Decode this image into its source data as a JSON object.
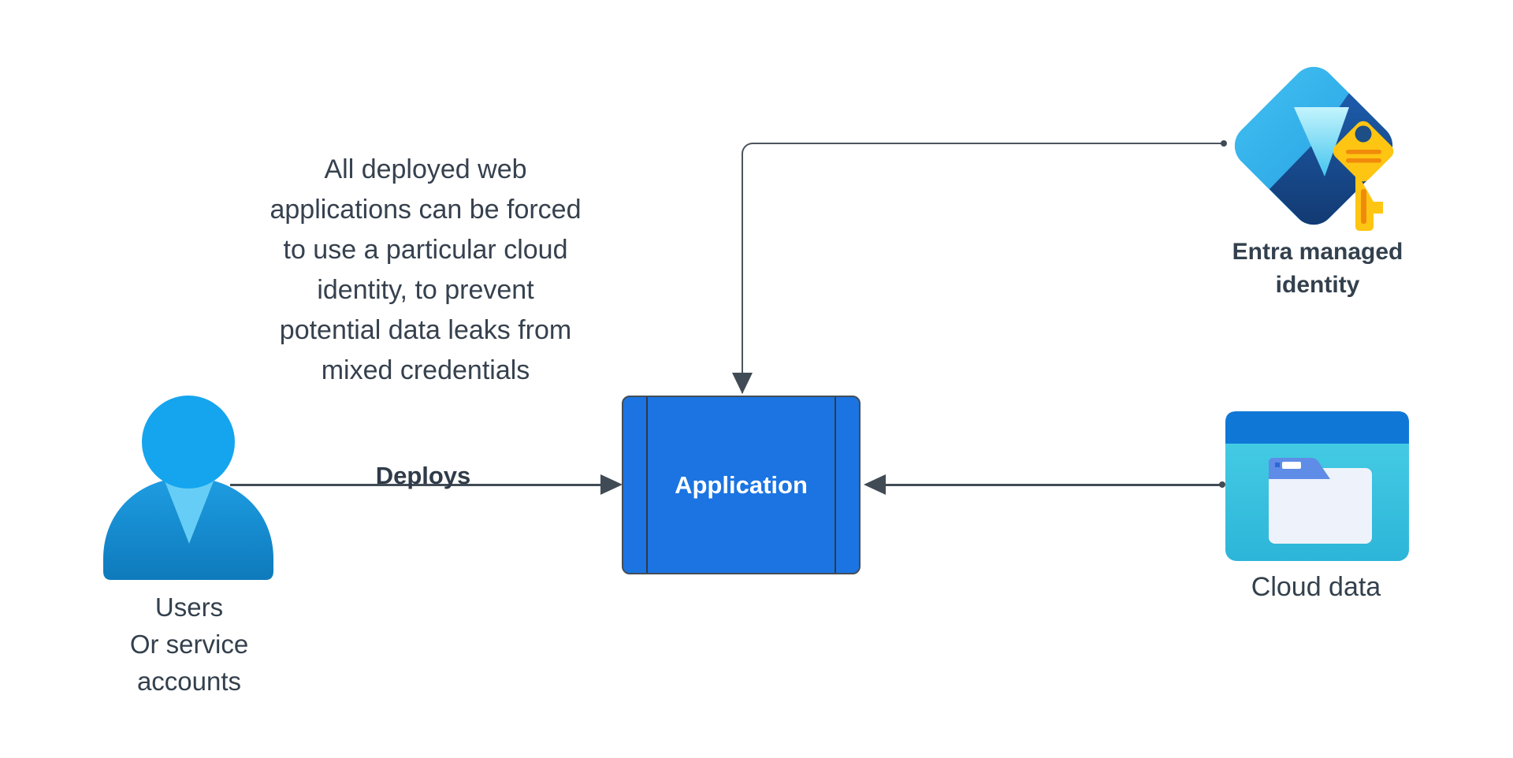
{
  "diagram": {
    "annotation": {
      "lines": [
        "All deployed web",
        "applications can be forced",
        "to use a particular cloud",
        "identity, to prevent",
        "potential data leaks from",
        "mixed credentials"
      ]
    },
    "user": {
      "icon": "user-icon",
      "label_lines": [
        "Users",
        "Or service",
        "accounts"
      ]
    },
    "connectors": {
      "deploys_label": "Deploys"
    },
    "application": {
      "label": "Application"
    },
    "entra": {
      "icon": "entra-managed-identity-icon",
      "key_icon": "key-icon",
      "label_lines": [
        "Entra managed",
        "identity"
      ]
    },
    "cloud": {
      "icon": "cloud-data-folder-icon",
      "label": "Cloud data"
    },
    "colors": {
      "background": "#ffffff",
      "text": "#33404d",
      "connector_line": "#414b55",
      "application_fill": "#1b74e2",
      "application_border": "#444e58",
      "user_head_blue": "#14a5ee",
      "user_body_blue": "#0e7abc",
      "user_collar_blue": "#66cef6",
      "entra_bright_blue": "#1b90dd",
      "entra_navy": "#12386f",
      "entra_inner_cyan": "#44c5ee",
      "key_yellow": "#ffc513",
      "key_orange": "#f18a0b",
      "key_hole_navy": "#1d4e85",
      "cloud_top_bar_blue": "#0f78d7",
      "cloud_body_cyan": "#3ac4e0",
      "folder_tab_blue": "#5f8ce6",
      "folder_body_white": "#eef3fb"
    }
  }
}
